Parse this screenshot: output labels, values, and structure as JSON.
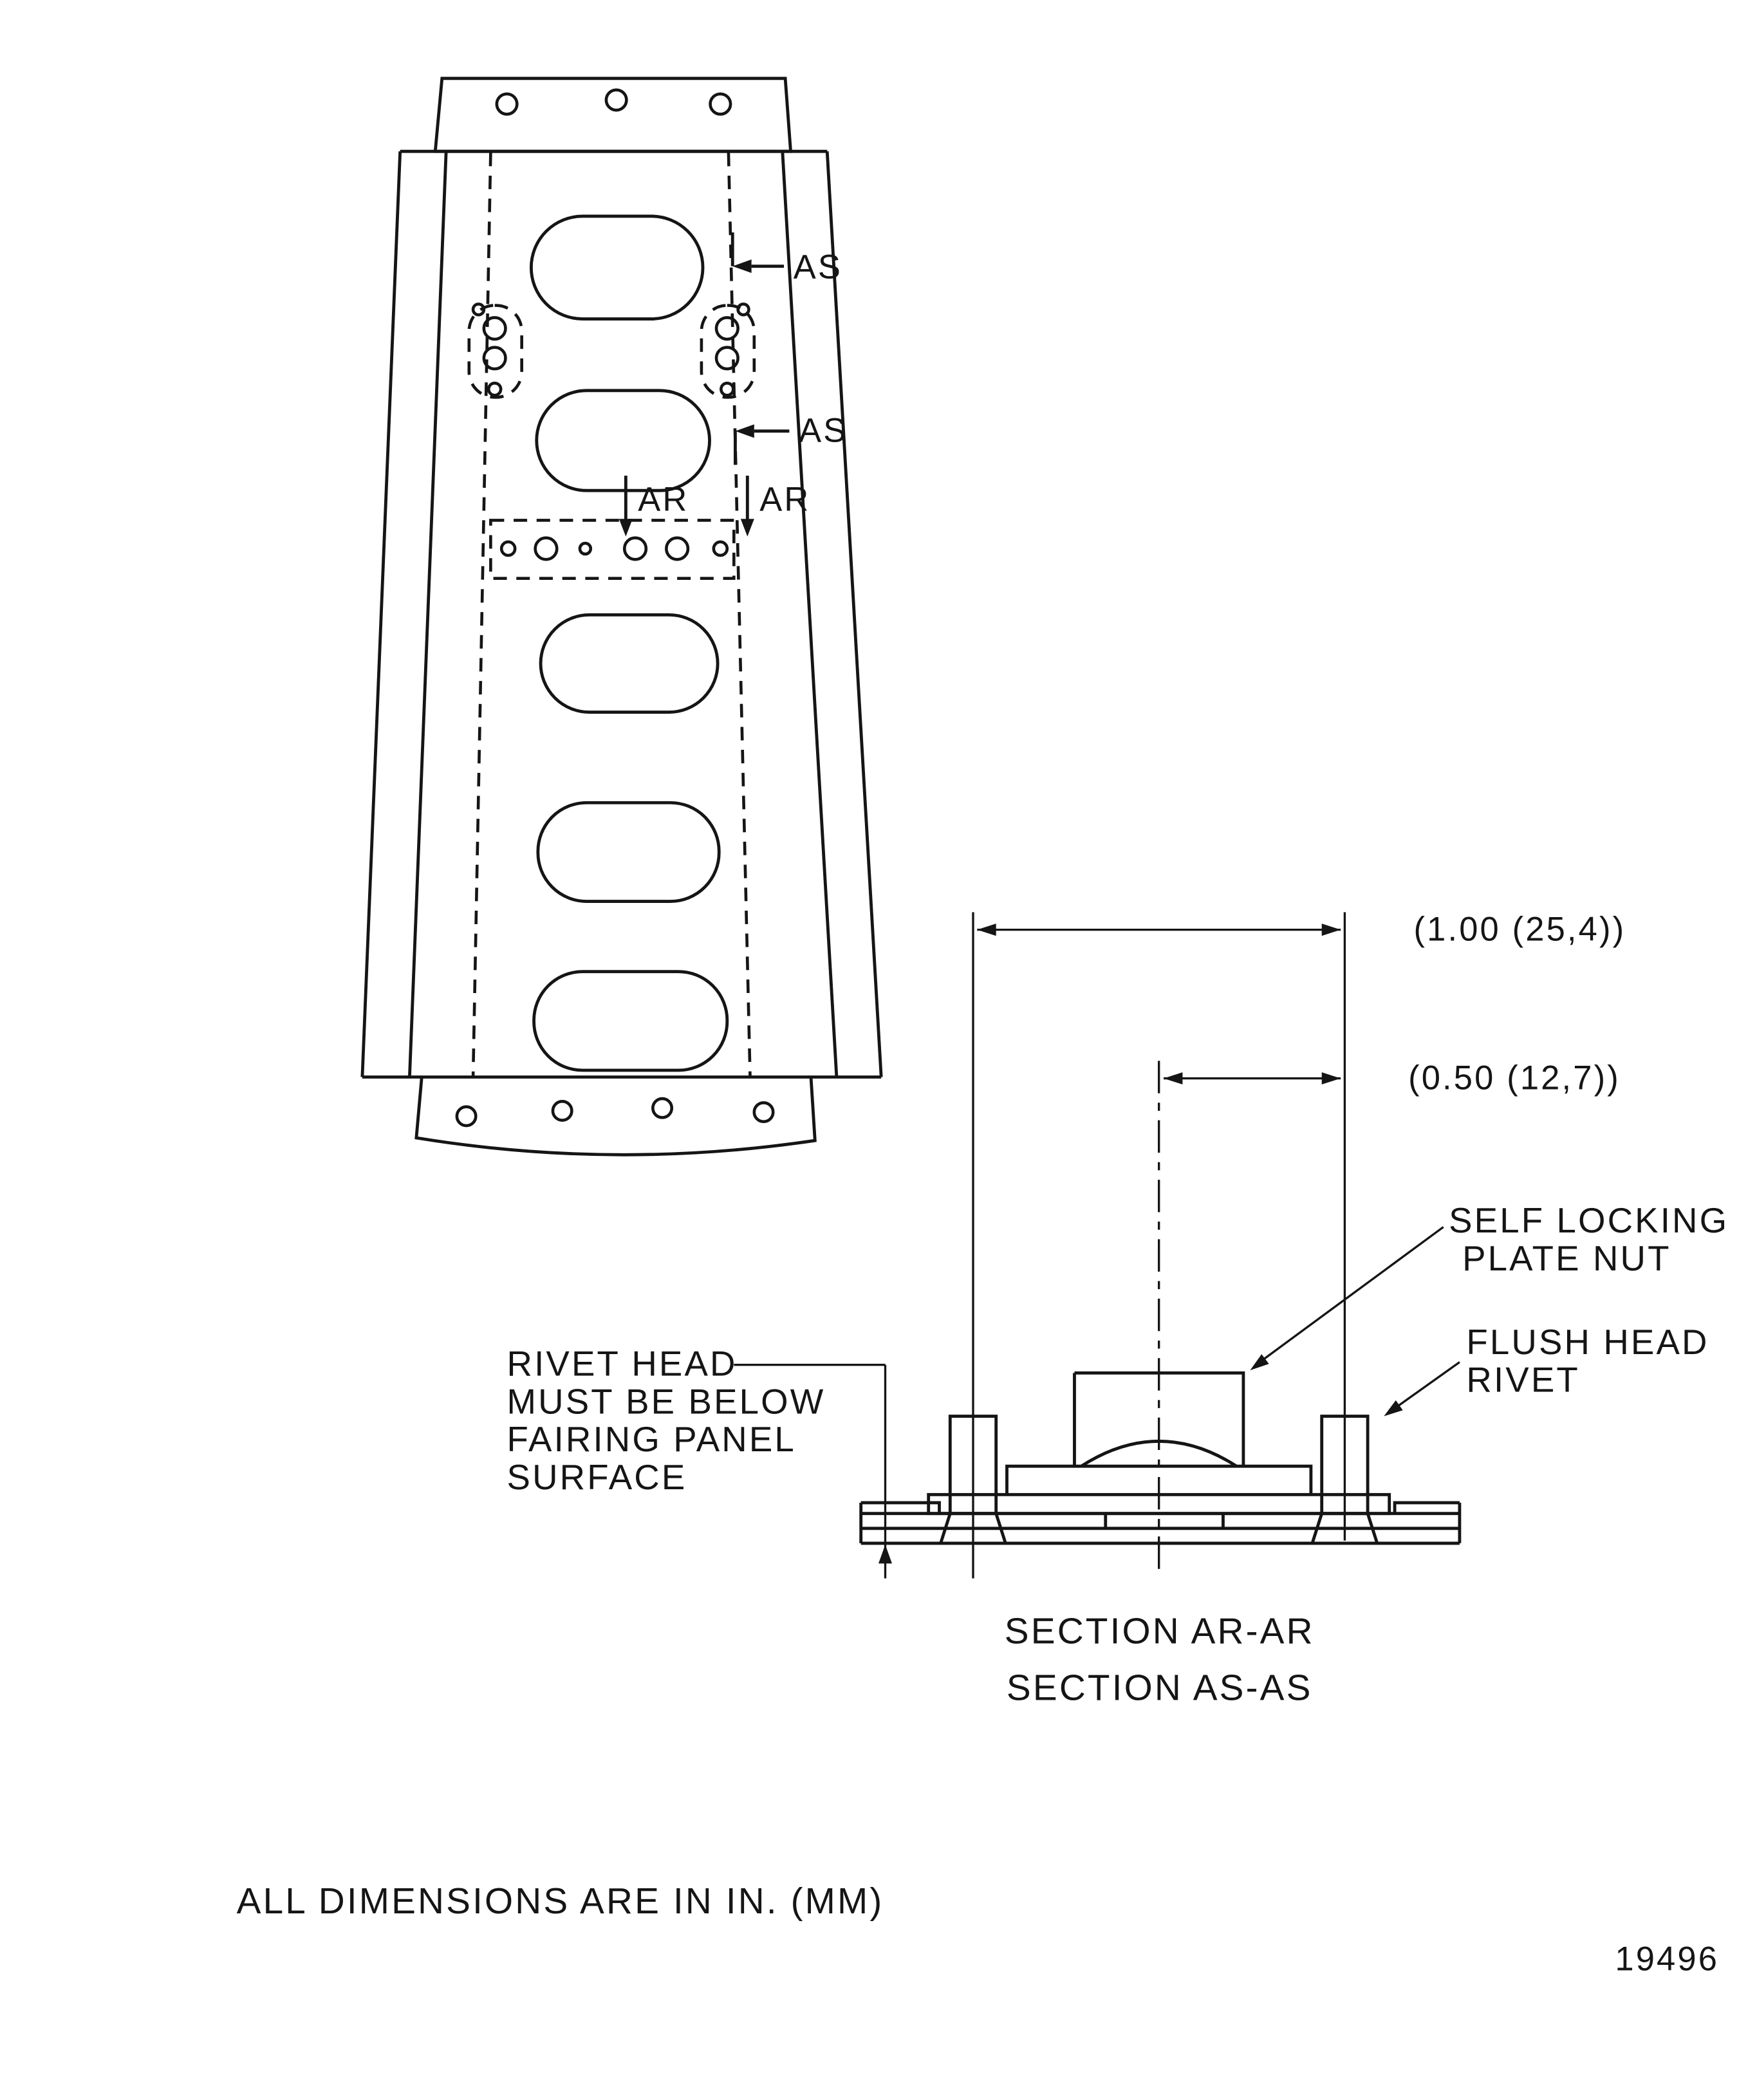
{
  "page": {
    "background_color": "#ffffff",
    "ink_color": "#151515"
  },
  "plan_view": {
    "section_marker_as_1": "AS",
    "section_marker_as_2": "AS",
    "section_marker_ar_1": "AR",
    "section_marker_ar_2": "AR"
  },
  "section_view": {
    "dim_rivet_spacing": "(1.00 (25,4))",
    "dim_nut_offset": "(0.50 (12,7))",
    "callout_plate_nut": [
      "SELF LOCKING",
      "PLATE NUT"
    ],
    "callout_flush_rivet": [
      "FLUSH HEAD",
      "RIVET"
    ],
    "callout_rivet_head": [
      "RIVET HEAD",
      "MUST BE BELOW",
      "FAIRING PANEL",
      "SURFACE"
    ],
    "title_section_ar": "SECTION AR-AR",
    "title_section_as": "SECTION AS-AS"
  },
  "footer": {
    "dimension_note": "ALL DIMENSIONS ARE IN IN. (MM)",
    "figure_number": "19496"
  }
}
